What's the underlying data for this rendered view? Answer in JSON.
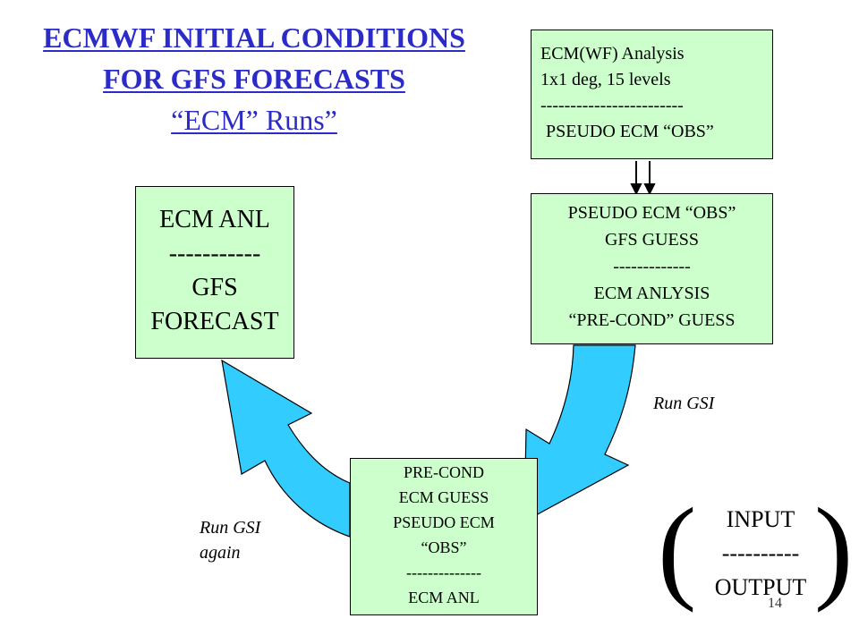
{
  "title": {
    "line1": "ECMWF INITIAL CONDITIONS",
    "line2": "FOR GFS FORECASTS",
    "line3": "“ECM” Runs”"
  },
  "boxes": {
    "ecmwf_analysis": {
      "lines": [
        "ECM(WF) Analysis",
        "1x1 deg, 15 levels",
        "------------------------",
        "PSEUDO ECM “OBS”"
      ]
    },
    "ecm_anl_gfs": {
      "lines": [
        "ECM ANL",
        "-----------",
        "GFS",
        "FORECAST"
      ]
    },
    "pseudo_obs": {
      "lines": [
        "PSEUDO ECM “OBS”",
        "GFS GUESS",
        "-------------",
        "ECM ANLYSIS",
        "“PRE-COND” GUESS"
      ]
    },
    "pre_cond": {
      "lines": [
        "PRE-COND",
        "ECM GUESS",
        "PSEUDO ECM",
        "“OBS”",
        "--------------",
        "ECM ANL"
      ]
    }
  },
  "labels": {
    "run_gsi": "Run GSI",
    "run_gsi_again_line1": "Run GSI",
    "run_gsi_again_line2": "again"
  },
  "legend": {
    "open_paren": "(",
    "close_paren": ")",
    "input": "INPUT",
    "separator": "----------",
    "output": "OUTPUT"
  },
  "page_number": "14",
  "colors": {
    "title": "#2b2bc8",
    "box_fill": "#ccffcc",
    "arrow_fill": "#33ccff"
  }
}
